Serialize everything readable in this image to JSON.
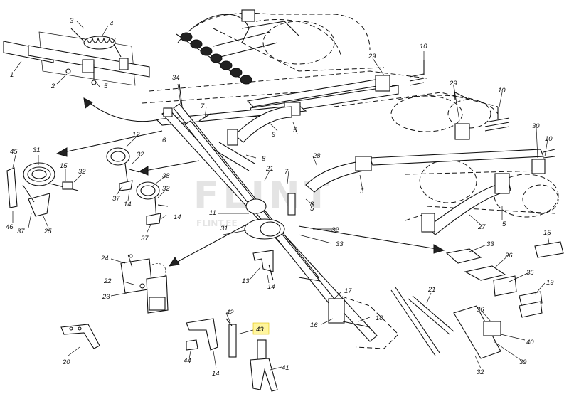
{
  "watermark": {
    "brand": "FLINT",
    "site": "FLINT.EE"
  },
  "highlight": {
    "part": "43",
    "color": "#fff59d"
  },
  "callouts": [
    "1",
    "2",
    "3",
    "4",
    "5",
    "5",
    "5",
    "5",
    "5",
    "6",
    "7",
    "7",
    "8",
    "8",
    "9",
    "10",
    "10",
    "10",
    "11",
    "12",
    "13",
    "14",
    "14",
    "14",
    "14",
    "15",
    "15",
    "16",
    "17",
    "18",
    "19",
    "20",
    "21",
    "21",
    "22",
    "23",
    "24",
    "25",
    "26",
    "27",
    "28",
    "29",
    "29",
    "30",
    "31",
    "31",
    "32",
    "32",
    "32",
    "32",
    "32",
    "33",
    "33",
    "34",
    "35",
    "36",
    "37",
    "37",
    "37",
    "38",
    "39",
    "40",
    "41",
    "42",
    "43",
    "44",
    "45",
    "46"
  ]
}
